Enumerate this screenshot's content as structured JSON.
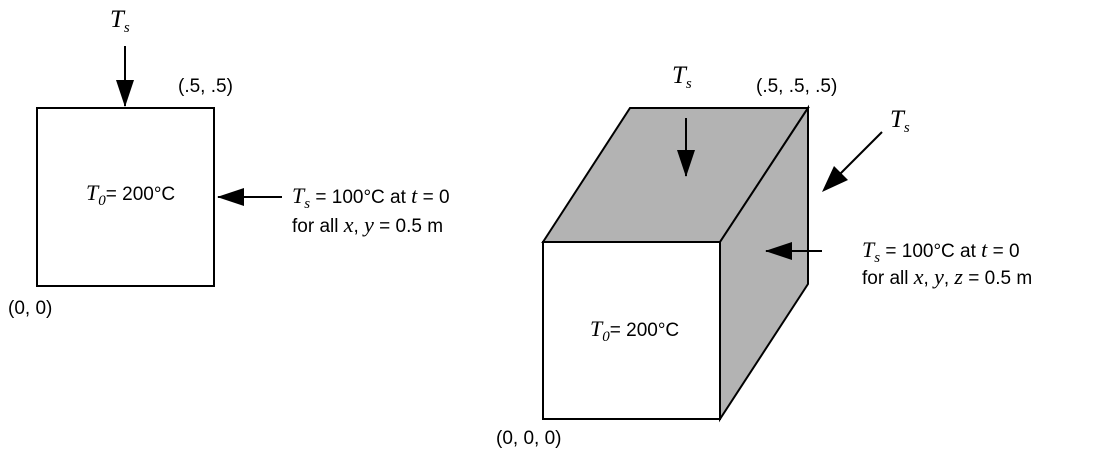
{
  "colors": {
    "stroke": "#000000",
    "shade": "#b3b3b3",
    "face": "#ffffff"
  },
  "diagram_2d": {
    "top_label": {
      "symbol": "T",
      "sub": "s"
    },
    "corner_top": "(.5, .5)",
    "corner_bottom": "(0, 0)",
    "initial": {
      "symbol": "T",
      "sub": "0",
      "rest": "= 200°C"
    },
    "bc_line1": {
      "symbol": "T",
      "sub": "s",
      "mid": " = 100°C at ",
      "var": "t",
      "end": " = 0"
    },
    "bc_line2": {
      "start": "for all ",
      "v1": "x",
      "sep": ", ",
      "v2": "y",
      "end": " = 0.5 m"
    }
  },
  "diagram_3d": {
    "top_label": {
      "symbol": "T",
      "sub": "s"
    },
    "side_label": {
      "symbol": "T",
      "sub": "s"
    },
    "corner_top": "(.5, .5, .5)",
    "corner_bottom": "(0, 0, 0)",
    "initial": {
      "symbol": "T",
      "sub": "0",
      "rest": "= 200°C"
    },
    "bc_line1": {
      "symbol": "T",
      "sub": "s",
      "mid": " = 100°C at ",
      "var": "t",
      "end": " = 0"
    },
    "bc_line2": {
      "start": "for all ",
      "v1": "x",
      "sep1": ", ",
      "v2": "y",
      "sep2": ", ",
      "v3": "z",
      "end": " = 0.5 m"
    }
  }
}
